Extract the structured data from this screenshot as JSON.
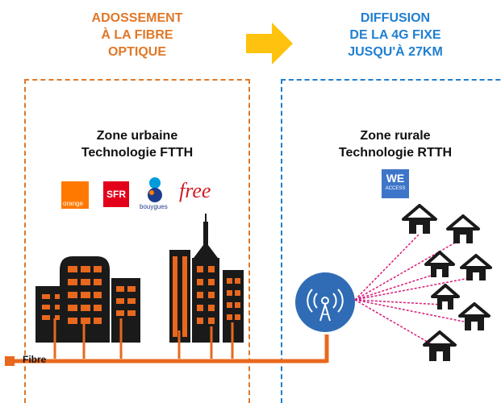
{
  "header": {
    "left_title": [
      "ADOSSEMENT",
      "À LA FIBRE",
      "OPTIQUE"
    ],
    "right_title": [
      "DIFFUSION",
      "DE LA 4G FIXE",
      "JUSQU'À 27KM"
    ]
  },
  "zones": {
    "urban": {
      "line1": "Zone urbaine",
      "line2": "Technologie FTTH"
    },
    "rural": {
      "line1": "Zone rurale",
      "line2": "Technologie RTTH"
    }
  },
  "operators": {
    "orange": "orange",
    "sfr": "SFR",
    "bouygues": "bouygues",
    "free": "free"
  },
  "access_logo": {
    "mark": "WE",
    "text": "ACCESS"
  },
  "cable": {
    "label": "Fibre"
  },
  "colors": {
    "orange": "#E07828",
    "blue": "#1F7FD0",
    "arrow": "#FFC20E",
    "cable": "#E8681E",
    "dark": "#1a1a1a",
    "antenna_bg": "#2F6CB5",
    "beam": "#D81B7A"
  }
}
